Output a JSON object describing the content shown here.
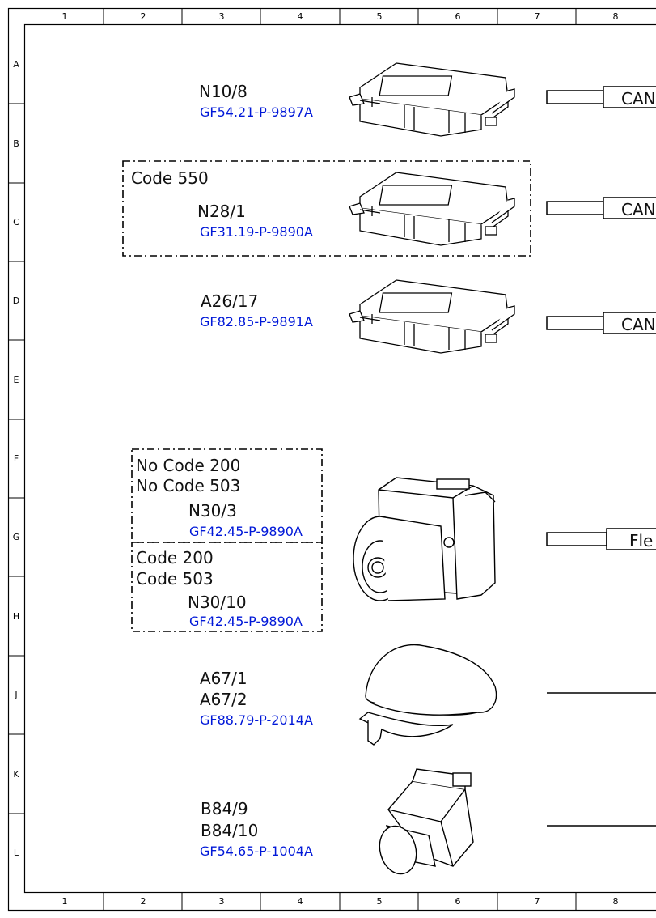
{
  "grid": {
    "columns": [
      "1",
      "2",
      "3",
      "4",
      "5",
      "6",
      "7",
      "8"
    ],
    "rows": [
      "A",
      "B",
      "C",
      "D",
      "E",
      "F",
      "G",
      "H",
      "J",
      "K",
      "L"
    ]
  },
  "components": [
    {
      "id": "n10-8",
      "labels": [
        "N10/8"
      ],
      "ref": "GF54.21-P-9897A",
      "connector": "CAN",
      "icon": "control-unit-icon"
    },
    {
      "id": "n28-1",
      "group": "Code 550",
      "labels": [
        "N28/1"
      ],
      "ref": "GF31.19-P-9890A",
      "connector": "CAN",
      "icon": "control-unit-icon"
    },
    {
      "id": "a26-17",
      "labels": [
        "A26/17"
      ],
      "ref": "GF82.85-P-9891A",
      "connector": "CAN",
      "icon": "control-unit-icon"
    },
    {
      "id": "n30-3",
      "group": [
        "No Code 200",
        "No Code 503"
      ],
      "labels": [
        "N30/3"
      ],
      "ref": "GF42.45-P-9890A",
      "connector": "Fle",
      "icon": "esp-unit-icon"
    },
    {
      "id": "n30-10",
      "group": [
        "Code 200",
        "Code 503"
      ],
      "labels": [
        "N30/10"
      ],
      "ref": "GF42.45-P-9890A"
    },
    {
      "id": "a67",
      "labels": [
        "A67/1",
        "A67/2"
      ],
      "ref": "GF88.79-P-2014A",
      "icon": "mirror-icon"
    },
    {
      "id": "b84",
      "labels": [
        "B84/9",
        "B84/10"
      ],
      "ref": "GF54.65-P-1004A",
      "icon": "camera-icon"
    }
  ]
}
